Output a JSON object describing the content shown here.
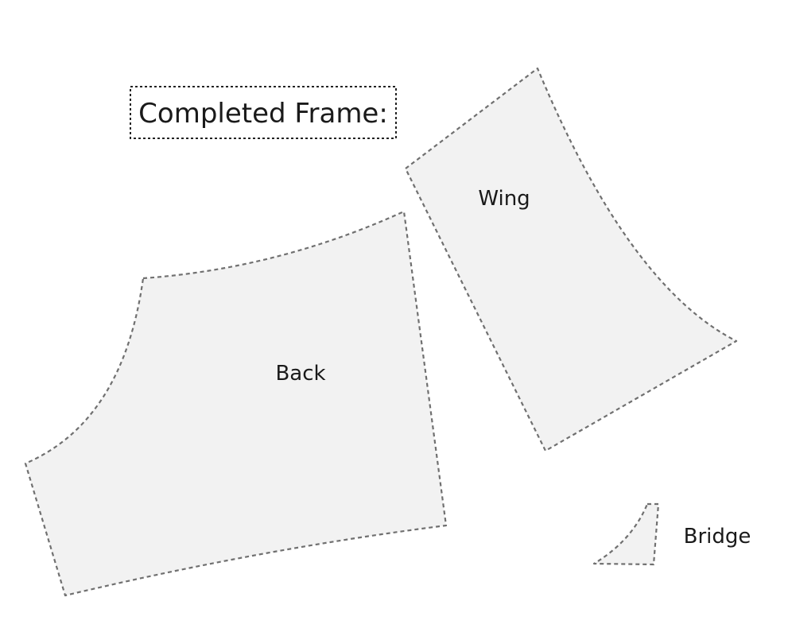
{
  "title": "Completed Frame:",
  "pieces": {
    "back": "Back",
    "wing": "Wing",
    "bridge": "Bridge"
  },
  "colors": {
    "piece_fill": "#f2f2f2",
    "piece_outline": "#707070",
    "text": "#1a1a1a"
  }
}
